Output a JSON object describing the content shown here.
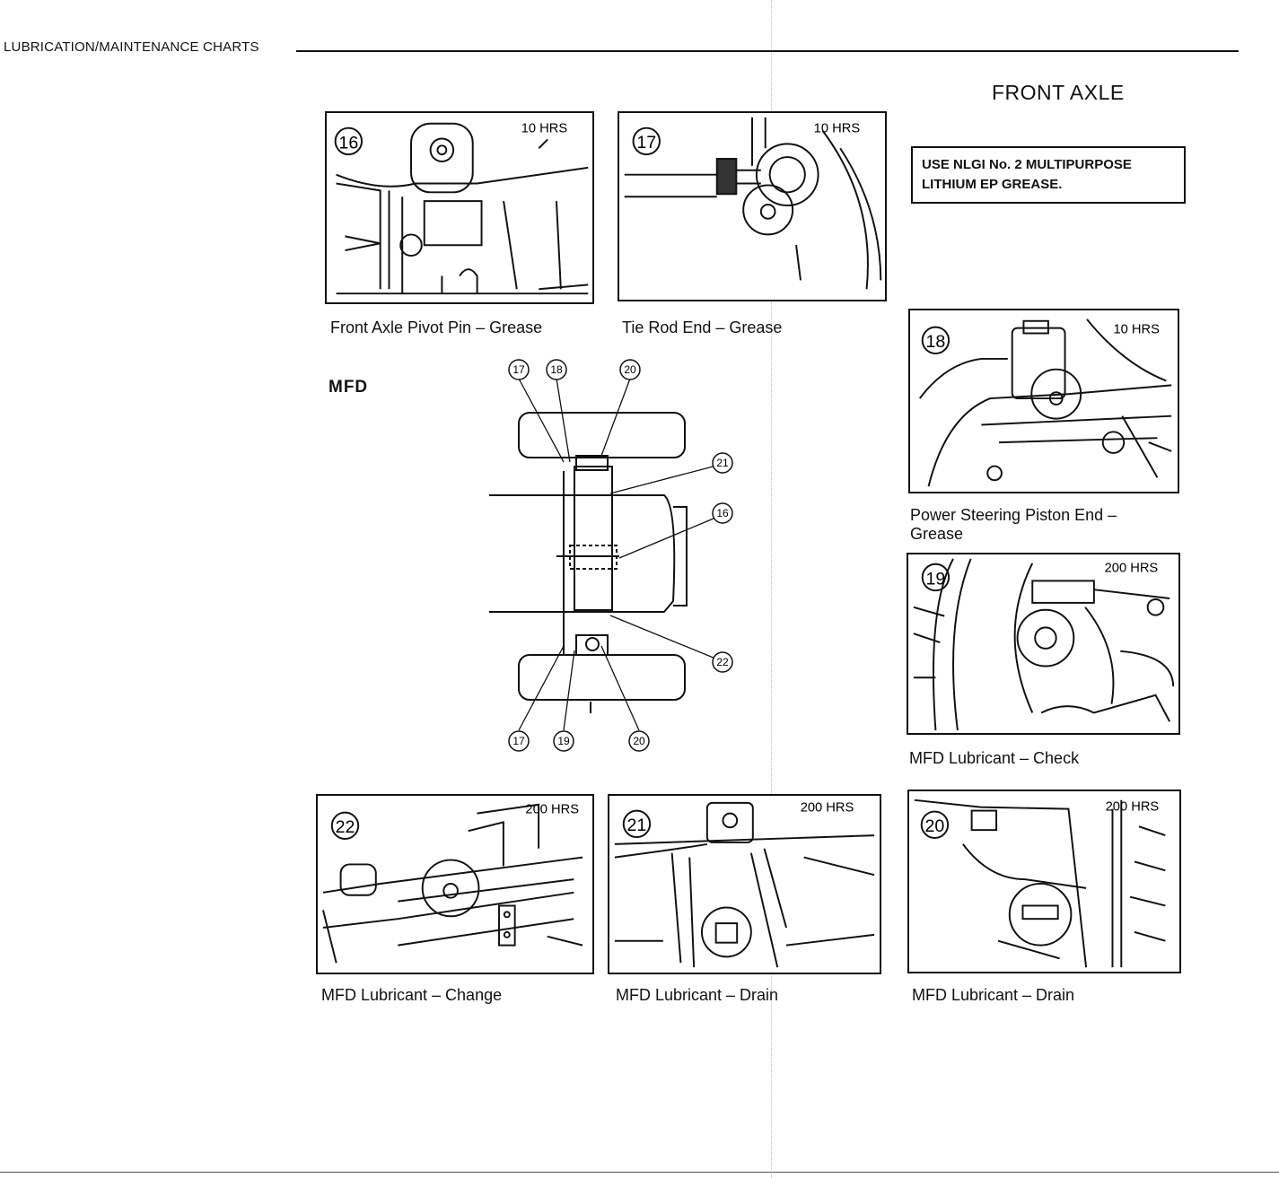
{
  "header": {
    "title": "LUBRICATION/MAINTENANCE CHARTS"
  },
  "section": {
    "title": "FRONT AXLE",
    "notice": [
      "USE NLGI No. 2 MULTIPURPOSE",
      "LITHIUM EP GREASE."
    ]
  },
  "mfd_label": "MFD",
  "panels": [
    {
      "num": "16",
      "hours": "10 HRS",
      "caption": "Front Axle Pivot Pin – Grease"
    },
    {
      "num": "17",
      "hours": "10 HRS",
      "caption": "Tie Rod End – Grease"
    },
    {
      "num": "18",
      "hours": "10 HRS",
      "caption_lines": [
        "Power Steering Piston End –",
        "Grease"
      ]
    },
    {
      "num": "19",
      "hours": "200 HRS",
      "caption": "MFD Lubricant – Check"
    },
    {
      "num": "22",
      "hours": "200 HRS",
      "caption": "MFD Lubricant – Change"
    },
    {
      "num": "21",
      "hours": "200 HRS",
      "caption": "MFD Lubricant – Drain"
    },
    {
      "num": "20",
      "hours": "200 HRS",
      "caption": "MFD Lubricant – Drain"
    }
  ],
  "diagram_callouts": {
    "top": [
      "17",
      "18",
      "20"
    ],
    "right": [
      "21",
      "16",
      "22"
    ],
    "bottom": [
      "17",
      "19",
      "20"
    ]
  }
}
